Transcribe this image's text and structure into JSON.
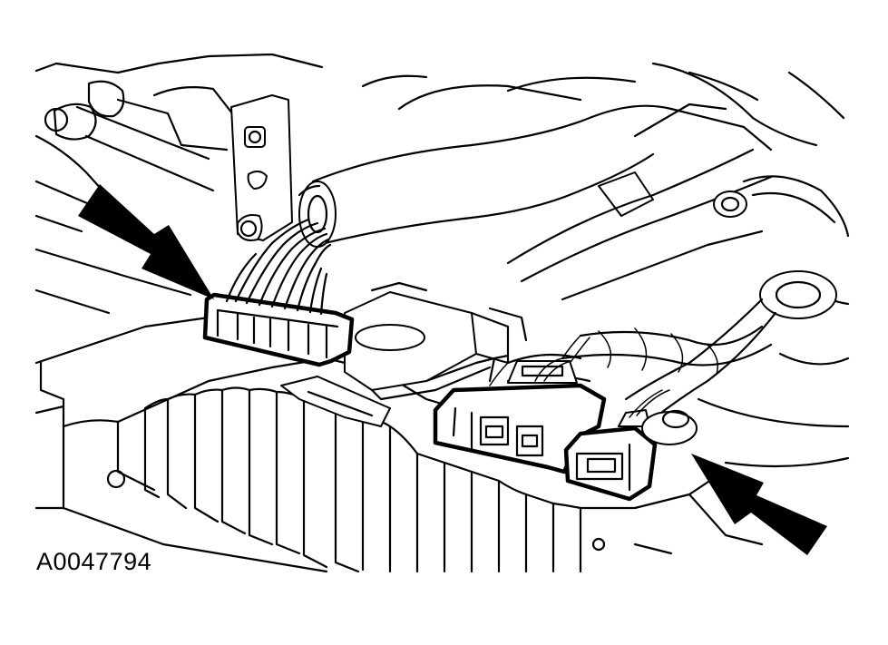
{
  "figure": {
    "id_label": "A0047794",
    "ink_color": "#000000",
    "background_color": "#ffffff"
  },
  "icons": {
    "left_arrow": "arrow-pointing-down-right",
    "right_arrow": "arrow-pointing-up-left"
  }
}
